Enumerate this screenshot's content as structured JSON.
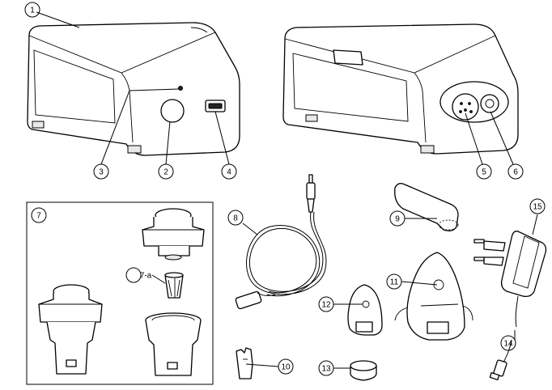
{
  "callouts": {
    "c1": "1",
    "c2": "2",
    "c3": "3",
    "c4": "4",
    "c5": "5",
    "c6": "6",
    "c7": "7",
    "c7a": "7-a",
    "c8": "8",
    "c9": "9",
    "c10": "10",
    "c11": "11",
    "c12": "12",
    "c13": "13",
    "c14": "14",
    "c15": "15"
  }
}
